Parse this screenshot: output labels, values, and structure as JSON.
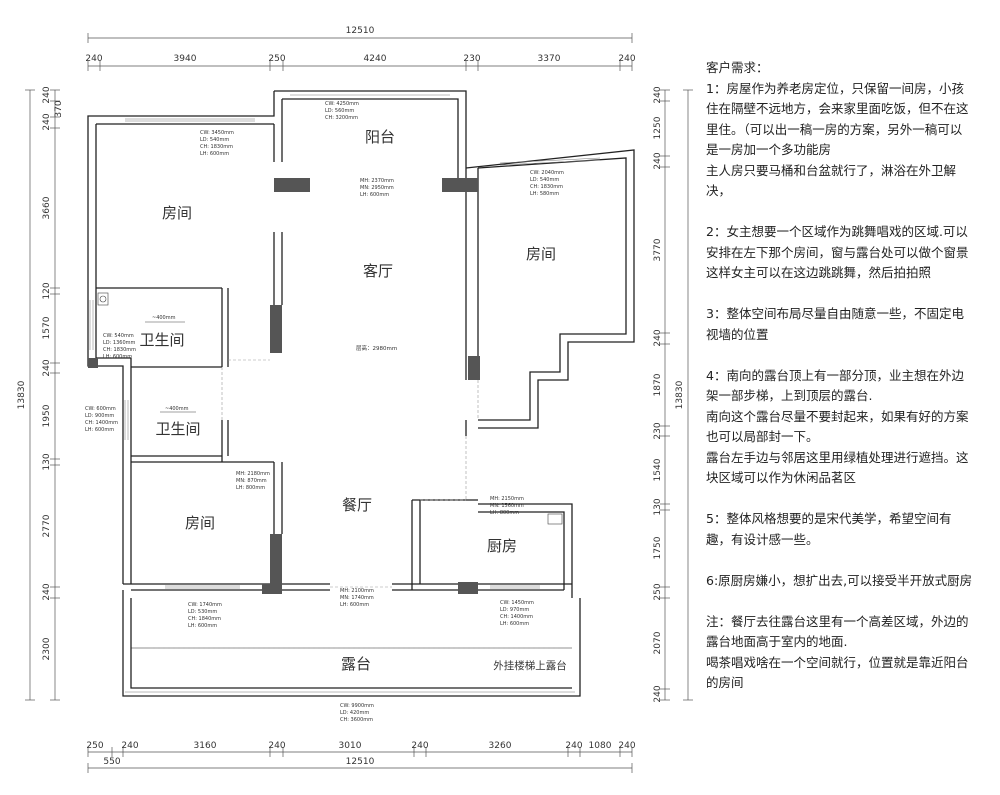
{
  "plan": {
    "dims": {
      "overall_width": "12510",
      "top": [
        "240",
        "3940",
        "250",
        "4240",
        "230",
        "3370",
        "240"
      ],
      "bottom": [
        "250",
        "240",
        "3160",
        "240",
        "3010",
        "240",
        "3260",
        "240",
        "1080",
        "240"
      ],
      "bottom_sub": "550",
      "left_total": "13830",
      "left": [
        "240",
        "370",
        "240",
        "3660",
        "120",
        "1570",
        "240",
        "1950",
        "130",
        "2770",
        "240",
        "2300"
      ],
      "right": [
        "240",
        "1250",
        "240",
        "3770",
        "240",
        "1870",
        "230",
        "1540",
        "130",
        "1750",
        "250",
        "2070",
        "240"
      ],
      "right_total": "13830"
    },
    "rooms": {
      "balcony": "阳台",
      "bedroom_nw": "房间",
      "living": "客厅",
      "bedroom_ne": "房间",
      "bath1": "卫生间",
      "bath2": "卫生间",
      "dining": "餐厅",
      "bedroom_sw": "房间",
      "kitchen": "厨房",
      "terrace": "露台",
      "terrace_note": "外挂楼梯上露台",
      "ceiling_height": "层高：2980mm",
      "step1": "~400mm",
      "step2": "~400mm"
    },
    "specs": {
      "balcony_window": [
        "CW: 4250mm",
        "LD: 560mm",
        "CH: 3200mm"
      ],
      "nw_window": [
        "CW: 3450mm",
        "LD: 540mm",
        "CH: 1830mm",
        "LH: 600mm"
      ],
      "living_window": [
        "MH: 2370mm",
        "MN: 2950mm",
        "LH: 600mm"
      ],
      "ne_window": [
        "CW: 2040mm",
        "LD: 540mm",
        "CH: 1830mm",
        "LH: 580mm"
      ],
      "bath1_window": [
        "CW: 540mm",
        "LD: 1360mm",
        "CH: 1830mm",
        "LH: 600mm"
      ],
      "bath2_window": [
        "CW: 600mm",
        "LD: 900mm",
        "CH: 1400mm",
        "LH: 600mm"
      ],
      "sw_door": [
        "MH: 2180mm",
        "MN: 870mm",
        "LH: 800mm"
      ],
      "kitchen_door": [
        "MH: 2150mm",
        "MN: 1560mm",
        "LH: 800mm"
      ],
      "dining_door": [
        "MH: 2100mm",
        "MN: 1740mm",
        "LH: 600mm"
      ],
      "sw_window": [
        "CW: 1740mm",
        "LD: 530mm",
        "CH: 1840mm",
        "LH: 600mm"
      ],
      "kitchen_window": [
        "CW: 1450mm",
        "LD: 970mm",
        "CH: 1400mm",
        "LH: 600mm"
      ],
      "terrace_window": [
        "CW: 9900mm",
        "LD: 420mm",
        "CH: 3600mm"
      ]
    }
  },
  "notes": {
    "title": "客户需求：",
    "n1": "1：房屋作为养老房定位，只保留一间房，小孩住在隔壁不远地方，会来家里面吃饭，但不在这里住。（可以出一稿一房的方案，另外一稿可以是一房加一个多功能房",
    "n1b": "主人房只要马桶和台盆就行了，淋浴在外卫解决，",
    "n2": "2：女主想要一个区域作为跳舞唱戏的区域.可以安排在左下那个房间，窗与露台处可以做个窗景这样女主可以在这边跳跳舞，然后拍拍照",
    "n3": "3：整体空间布局尽量自由随意一些，不固定电视墙的位置",
    "n4": "4：南向的露台顶上有一部分顶，业主想在外边架一部步梯，上到顶层的露台.",
    "n4b": "南向这个露台尽量不要封起来，如果有好的方案也可以局部封一下。",
    "n4c": "露台左手边与邻居这里用绿植处理进行遮挡。这块区域可以作为休闲品茗区",
    "n5": "5：整体风格想要的是宋代美学，希望空间有趣，有设计感一些。",
    "n6": "6:原厨房嫌小，想扩出去,可以接受半开放式厨房",
    "note": "注：餐厅去往露台这里有一个高差区域，外边的露台地面高于室内的地面.",
    "note2": "喝茶唱戏啥在一个空间就行，位置就是靠近阳台的房间"
  }
}
